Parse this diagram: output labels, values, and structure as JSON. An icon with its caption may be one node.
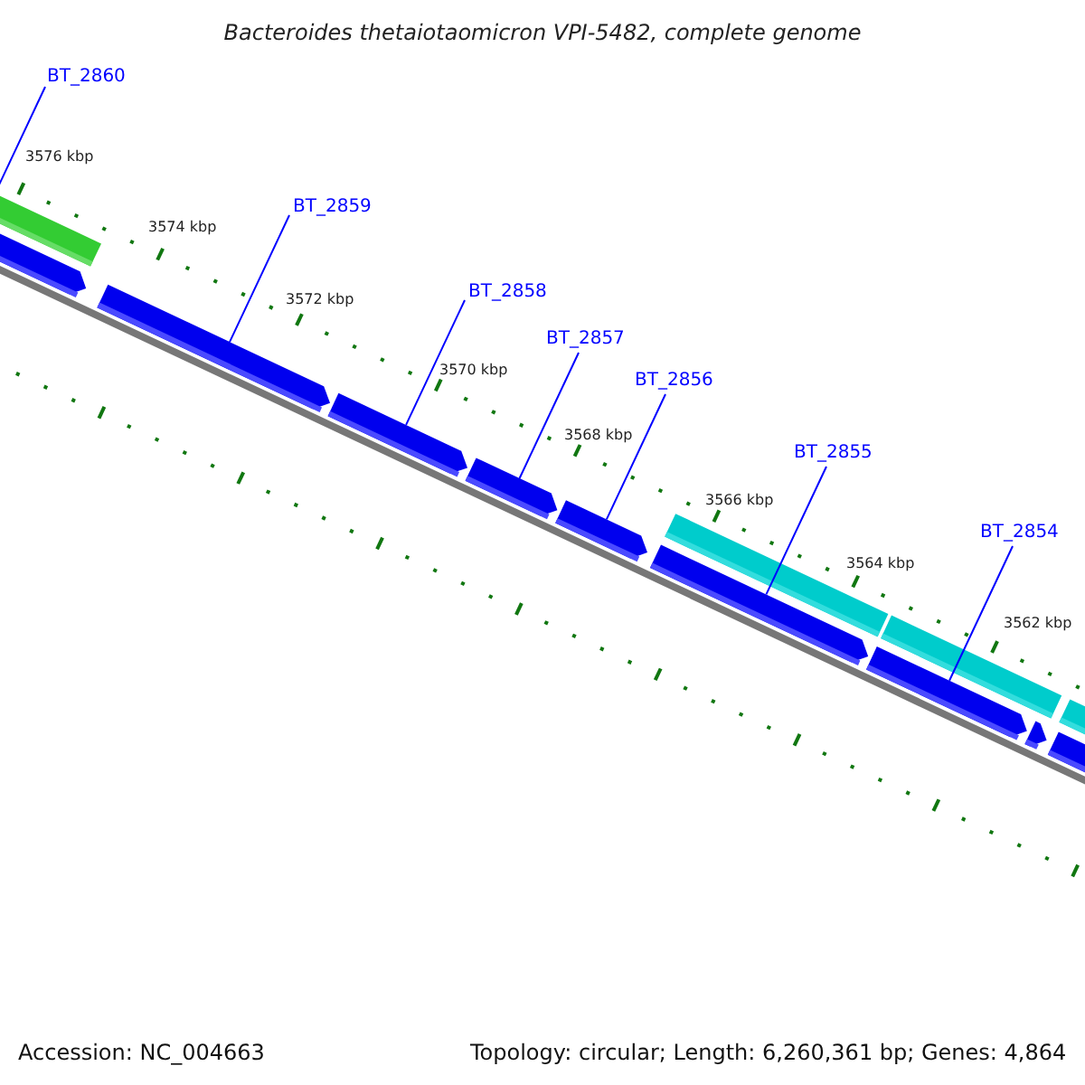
{
  "diagram": {
    "title": "Bacteroides thetaiotaomicron VPI-5482, complete genome",
    "nodes": [
      {
        "text": [
          "BT_2860"
        ]
      },
      {
        "text": [
          "BT_2859"
        ]
      },
      {
        "text": [
          "BT_2858"
        ]
      },
      {
        "text": [
          "BT_2857"
        ]
      },
      {
        "text": [
          "BT_2856"
        ]
      },
      {
        "text": [
          "BT_2855"
        ]
      },
      {
        "text": [
          "BT_2854"
        ]
      },
      {
        "text": [],
        "shape": "bar"
      },
      {
        "text": [],
        "shape": "bar"
      },
      {
        "text": [],
        "shape": "bar"
      },
      {
        "text": [],
        "shape": "bar"
      },
      {
        "text": [],
        "shape": "bar"
      },
      {
        "text": [],
        "shape": "bar"
      },
      {
        "text": [],
        "shape": "bar"
      }
    ],
    "edges": [
      {
        "from": 0,
        "to": 7,
        "arrow": "none"
      },
      {
        "from": 1,
        "to": 8,
        "arrow": "none"
      },
      {
        "from": 2,
        "to": 9,
        "arrow": "none"
      },
      {
        "from": 3,
        "to": 10,
        "arrow": "none"
      },
      {
        "from": 4,
        "to": 11,
        "arrow": "none"
      },
      {
        "from": 5,
        "to": 12,
        "arrow": "none"
      },
      {
        "from": 6,
        "to": 13,
        "arrow": "none"
      }
    ],
    "labels": [
      "3576 kbp",
      "3574 kbp",
      "3572 kbp",
      "3570 kbp",
      "3568 kbp",
      "3566 kbp",
      "3564 kbp",
      "3562 kbp",
      "Accession: NC_004663",
      "Topology: circular; Length: 6,260,361 bp; Genes: 4,864"
    ]
  }
}
